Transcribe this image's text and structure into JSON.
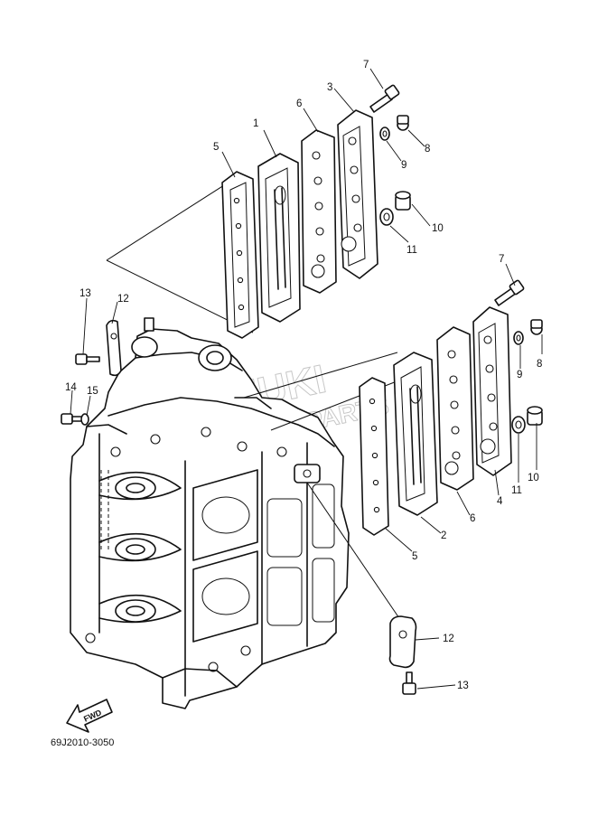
{
  "diagram_code": "69J2010-3050",
  "fwd_label": "FWD",
  "watermark": {
    "line1": "SUZUKI",
    "line2": "MARINE PARTS"
  },
  "callouts": {
    "c1": "1",
    "c2": "2",
    "c3": "3",
    "c4": "4",
    "c5a": "5",
    "c5b": "5",
    "c6a": "6",
    "c6b": "6",
    "c7a": "7",
    "c7b": "7",
    "c8a": "8",
    "c8b": "8",
    "c9a": "9",
    "c9b": "9",
    "c10a": "10",
    "c10b": "10",
    "c11a": "11",
    "c11b": "11",
    "c12a": "12",
    "c12b": "12",
    "c13a": "13",
    "c13b": "13",
    "c14": "14",
    "c15": "15"
  }
}
